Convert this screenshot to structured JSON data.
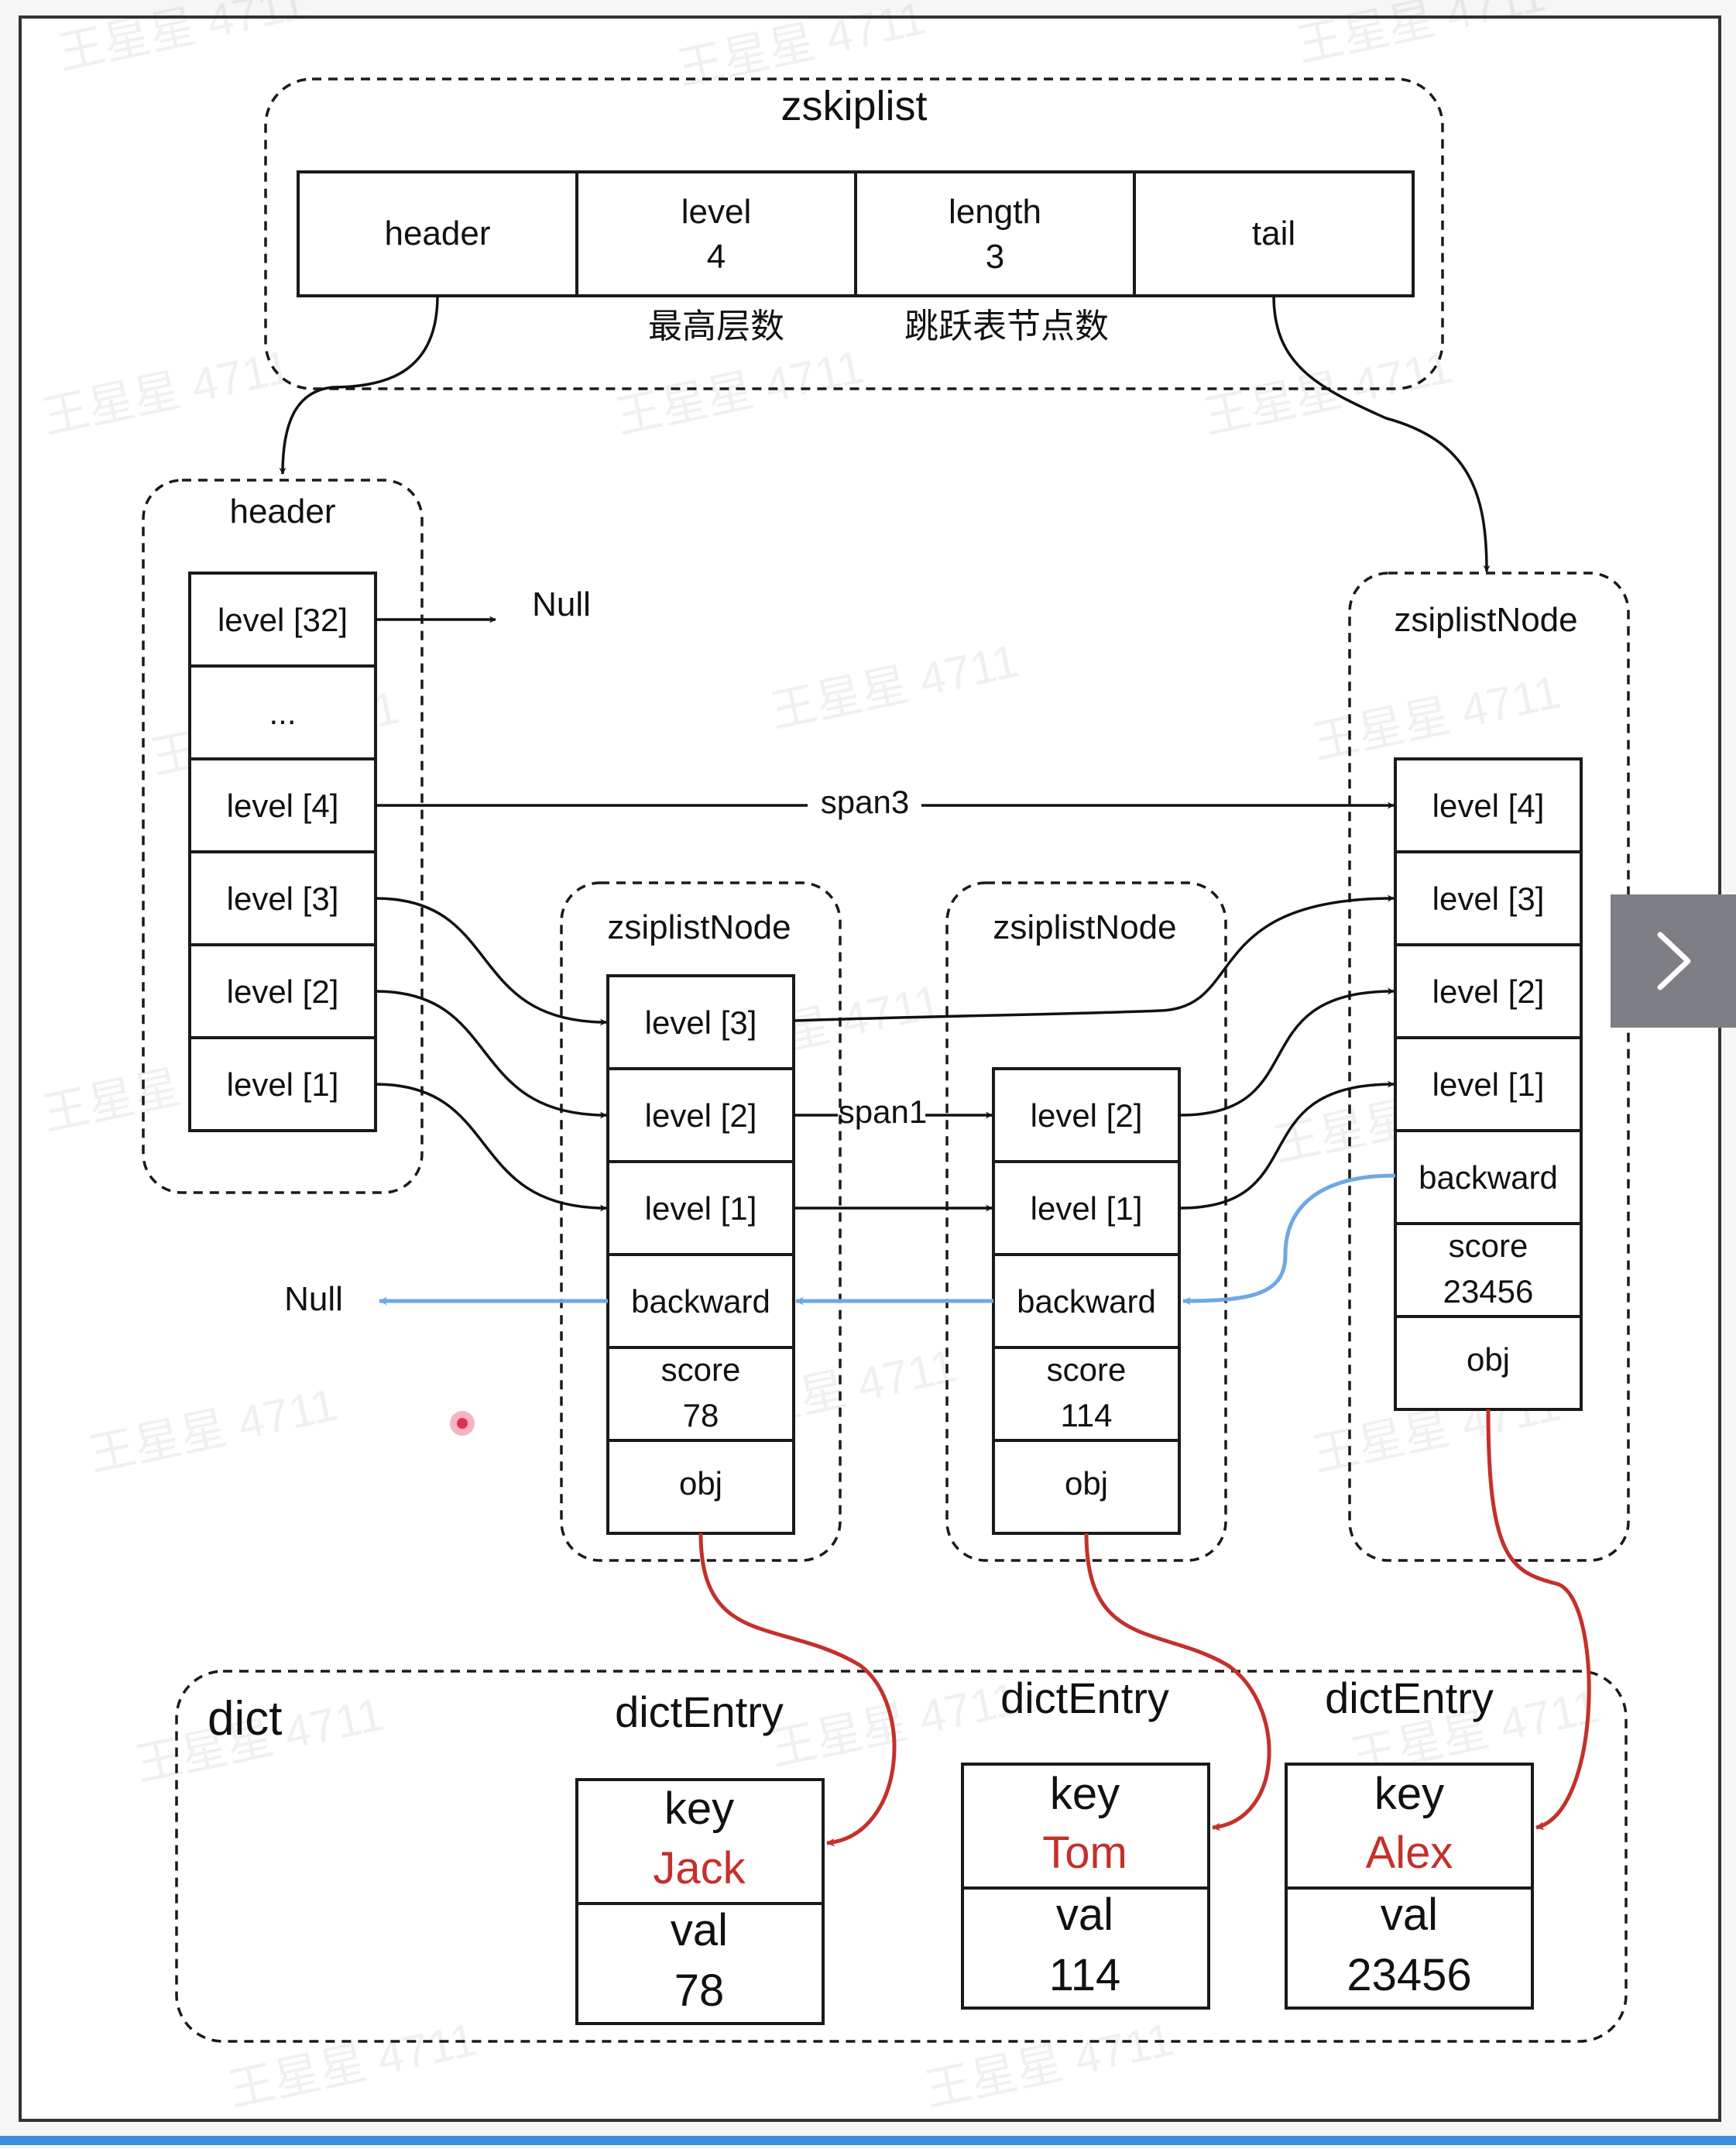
{
  "zskiplist": {
    "title": "zskiplist",
    "fields": [
      {
        "line1": "header",
        "line2": ""
      },
      {
        "line1": "level",
        "line2": "4"
      },
      {
        "line1": "length",
        "line2": "3"
      },
      {
        "line1": "tail",
        "line2": ""
      }
    ],
    "level_note": "最高层数",
    "length_note": "跳跃表节点数"
  },
  "header_node": {
    "title": "header",
    "levels": [
      "level [32]",
      "...",
      "level [4]",
      "level [3]",
      "level [2]",
      "level [1]"
    ],
    "null_label": "Null"
  },
  "nodes": [
    {
      "title": "zsiplistNode",
      "levels": [
        "level [3]",
        "level [2]",
        "level [1]"
      ],
      "backward": "backward",
      "score_label": "score",
      "score": "78",
      "obj": "obj"
    },
    {
      "title": "zsiplistNode",
      "levels": [
        "level [2]",
        "level [1]"
      ],
      "backward": "backward",
      "score_label": "score",
      "score": "114",
      "obj": "obj"
    },
    {
      "title": "zsiplistNode",
      "levels": [
        "level [4]",
        "level [3]",
        "level [2]",
        "level [1]"
      ],
      "backward": "backward",
      "score_label": "score",
      "score": "23456",
      "obj": "obj"
    }
  ],
  "span_labels": {
    "span3": "span3",
    "span1": "span1"
  },
  "backward_null": "Null",
  "dict": {
    "title": "dict",
    "entries": [
      {
        "title": "dictEntry",
        "key_label": "key",
        "key": "Jack",
        "val_label": "val",
        "val": "78"
      },
      {
        "title": "dictEntry",
        "key_label": "key",
        "key": "Tom",
        "val_label": "val",
        "val": "114"
      },
      {
        "title": "dictEntry",
        "key_label": "key",
        "key": "Alex",
        "val_label": "val",
        "val": "23456"
      }
    ]
  },
  "colors": {
    "key_text": "#c4302b",
    "pointer_red": "#c4302b",
    "backward_blue": "#6fa8e3",
    "nav_button": "#7d7f85"
  },
  "icons": {
    "nav": "chevron-right-icon"
  },
  "watermark": "王星星 4711"
}
